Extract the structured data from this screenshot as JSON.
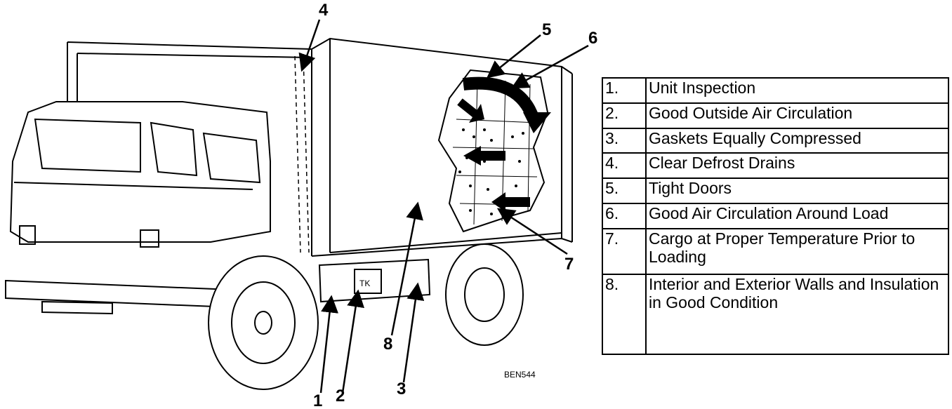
{
  "figure": {
    "callouts": [
      "1",
      "2",
      "3",
      "4",
      "5",
      "6",
      "7",
      "8"
    ],
    "figure_code": "BEN544",
    "unit_logo_text": "TK"
  },
  "legend": {
    "rows": [
      {
        "num": "1.",
        "text": "Unit Inspection"
      },
      {
        "num": "2.",
        "text": "Good Outside Air Circulation"
      },
      {
        "num": "3.",
        "text": "Gaskets Equally Compressed"
      },
      {
        "num": "4.",
        "text": "Clear Defrost Drains"
      },
      {
        "num": "5.",
        "text": "Tight Doors"
      },
      {
        "num": "6.",
        "text": "Good Air Circulation Around Load"
      },
      {
        "num": "7.",
        "text": "Cargo at Proper Temperature Prior to Loading"
      },
      {
        "num": "8.",
        "text": "Interior and Exterior Walls and Insulation in Good Condition"
      }
    ]
  }
}
